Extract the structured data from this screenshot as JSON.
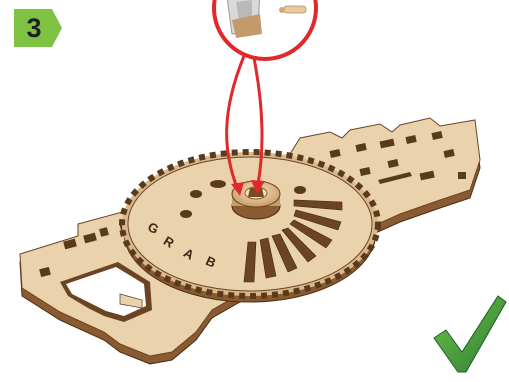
{
  "step": {
    "number": "3",
    "badge_color": "#7dc242"
  },
  "gear": {
    "engraving": [
      "G",
      "R",
      "A",
      "B"
    ]
  },
  "colors": {
    "plywood_face": "#ead2ad",
    "plywood_edge": "#8a5a30",
    "callout_ring": "#e0292b",
    "check_mark": "#3f9c35"
  },
  "icons": [
    "zoom-callout-icon",
    "checkmark-icon"
  ]
}
